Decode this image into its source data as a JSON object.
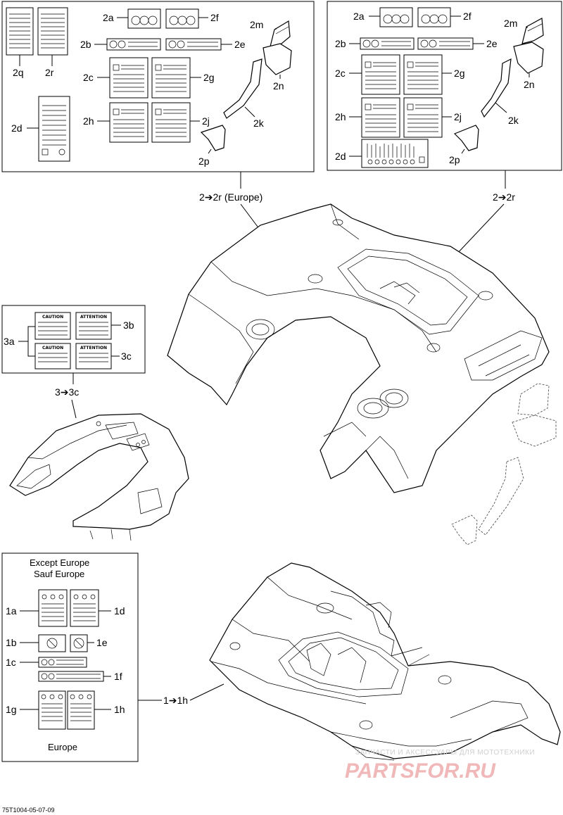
{
  "panels": {
    "europe_group_label": "2➔2r (Europe)",
    "world_group_label": "2➔2r",
    "rear_group_label": "3➔3c",
    "front_group_label": "1➔1h"
  },
  "left_labels": {
    "a": "2a",
    "f": "2f",
    "m": "2m",
    "b": "2b",
    "e": "2e",
    "n": "2n",
    "c": "2c",
    "g": "2g",
    "k": "2k",
    "h": "2h",
    "j": "2j",
    "p": "2p",
    "q": "2q",
    "r": "2r",
    "d": "2d"
  },
  "right_labels": {
    "a": "2a",
    "f": "2f",
    "m": "2m",
    "b": "2b",
    "e": "2e",
    "n": "2n",
    "c": "2c",
    "g": "2g",
    "k": "2k",
    "h": "2h",
    "j": "2j",
    "p": "2p",
    "d": "2d"
  },
  "decal3_labels": {
    "a": "3a",
    "b": "3b",
    "c": "3c"
  },
  "decal3_text": {
    "caution1": "CAUTION",
    "attention1": "ATTENTION",
    "caution2": "CAUTION",
    "attention2": "ATTENTION"
  },
  "front_decals": {
    "heading_line1": "Except Europe",
    "heading_line2": "Sauf Europe",
    "footer": "Europe",
    "labels": {
      "a": "1a",
      "d": "1d",
      "b": "1b",
      "e": "1e",
      "c": "1c",
      "f": "1f",
      "g": "1g",
      "h": "1h"
    }
  },
  "figure_ref": "75T1004-05-07-09",
  "watermark": {
    "line1": "ЗАПЧАСТИ И АКСЕССУАРЫ ДЛЯ МОТОТЕХНИКИ",
    "line2": "PARTSFOR.RU"
  }
}
